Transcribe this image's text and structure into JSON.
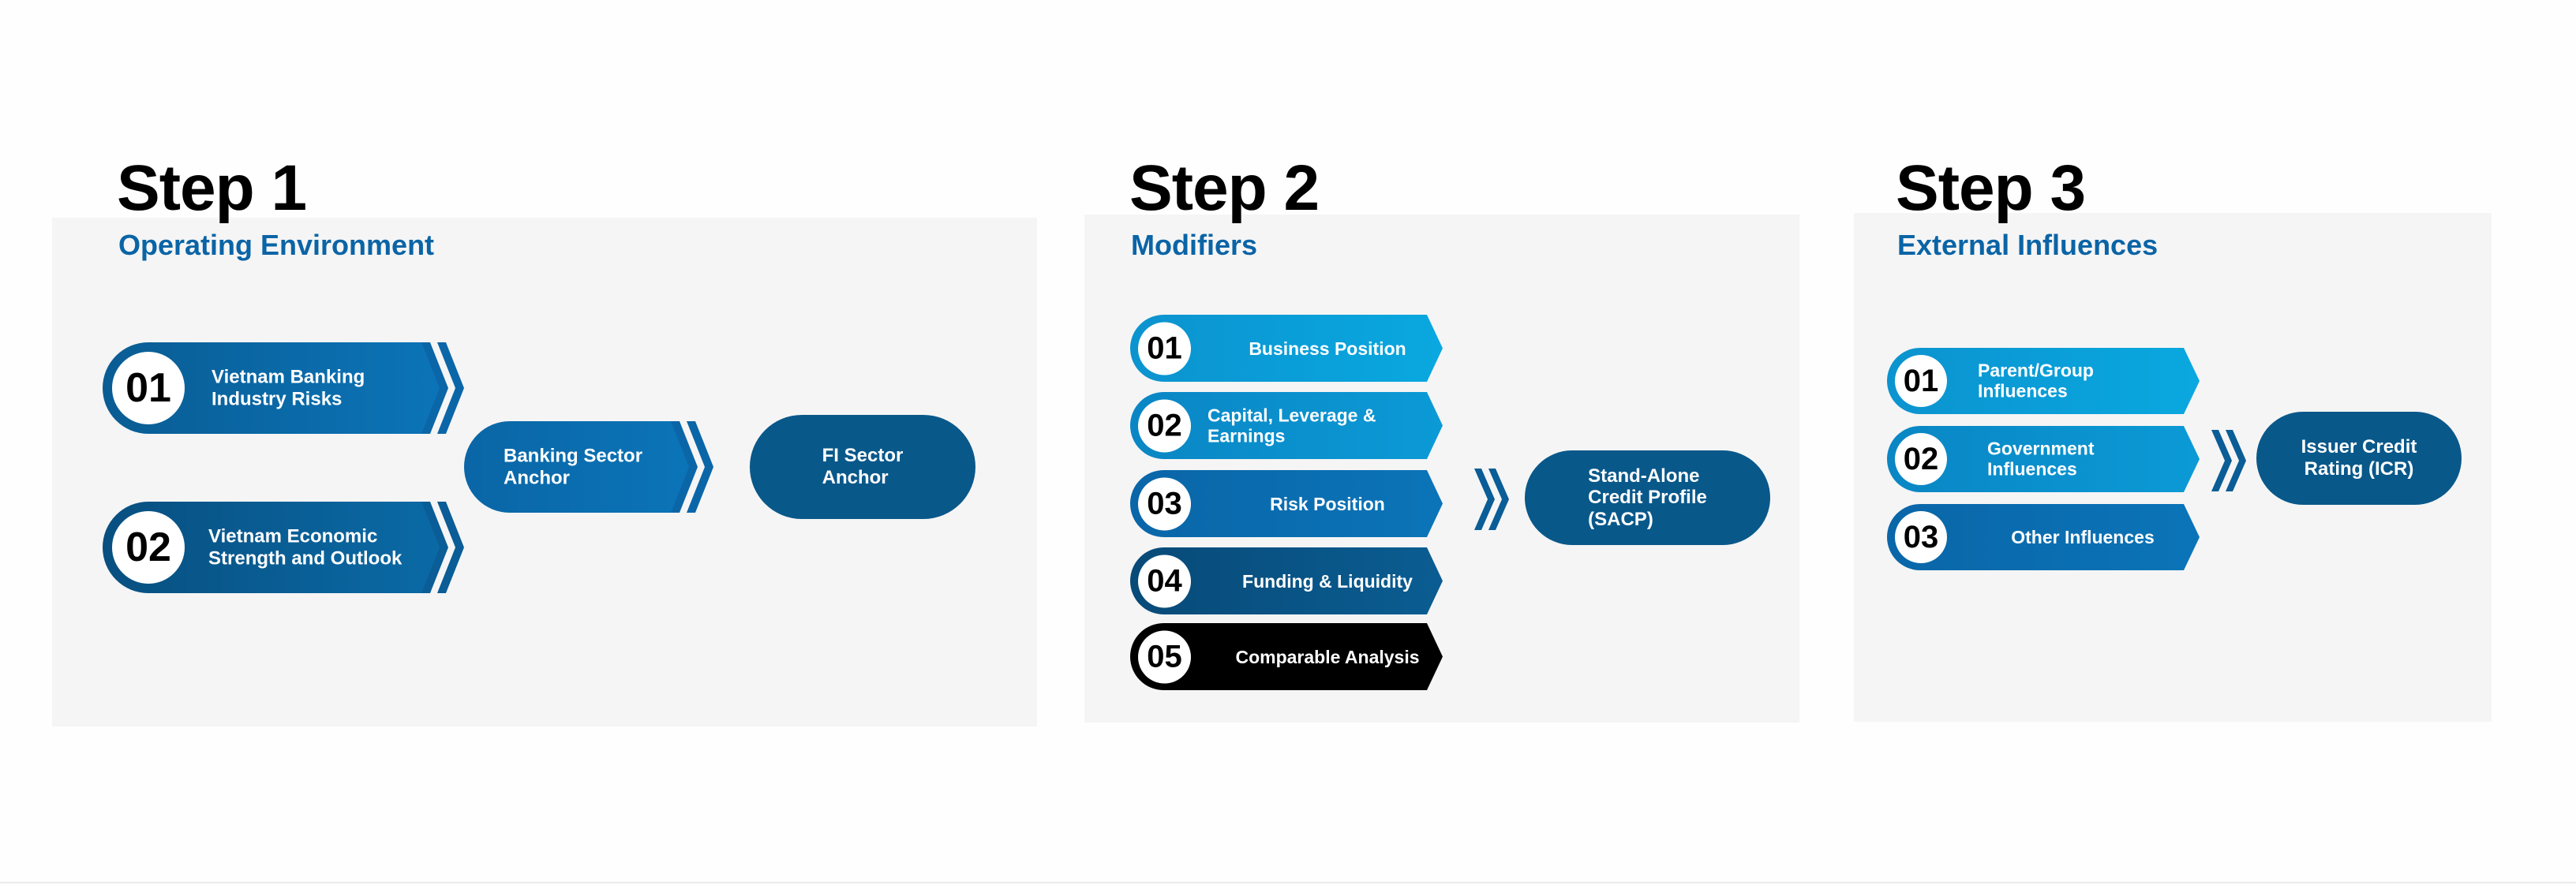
{
  "colors": {
    "panel": "#f5f5f5",
    "heading": "#000000",
    "subheading": "#0a64a6",
    "dark_blue": "#09588a",
    "mid_blue": "#0b70b5",
    "light_blue": "#0aa4dc",
    "black": "#000000",
    "white": "#ffffff"
  },
  "step1": {
    "title": "Step 1",
    "subtitle": "Operating Environment",
    "items": [
      {
        "number": "01",
        "lines": [
          "Vietnam Banking",
          "Industry Risks"
        ]
      },
      {
        "number": "02",
        "lines": [
          "Vietnam Economic",
          "Strength and Outlook"
        ]
      }
    ],
    "anchor": {
      "lines": [
        "Banking Sector",
        "Anchor"
      ]
    },
    "result": {
      "lines": [
        "FI Sector",
        "Anchor"
      ]
    }
  },
  "step2": {
    "title": "Step 2",
    "subtitle": "Modifiers",
    "items": [
      {
        "number": "01",
        "lines": [
          "Business Position"
        ]
      },
      {
        "number": "02",
        "lines": [
          "Capital, Leverage &",
          "Earnings"
        ]
      },
      {
        "number": "03",
        "lines": [
          "Risk Position"
        ]
      },
      {
        "number": "04",
        "lines": [
          "Funding & Liquidity"
        ]
      },
      {
        "number": "05",
        "lines": [
          "Comparable Analysis"
        ]
      }
    ],
    "result": {
      "lines": [
        "Stand-Alone",
        "Credit Profile",
        "(SACP)"
      ]
    }
  },
  "step3": {
    "title": "Step 3",
    "subtitle": "External Influences",
    "items": [
      {
        "number": "01",
        "lines": [
          "Parent/Group",
          "Influences"
        ]
      },
      {
        "number": "02",
        "lines": [
          "Government",
          "Influences"
        ]
      },
      {
        "number": "03",
        "lines": [
          "Other Influences"
        ]
      }
    ],
    "result": {
      "lines": [
        "Issuer Credit",
        "Rating (ICR)"
      ]
    }
  }
}
